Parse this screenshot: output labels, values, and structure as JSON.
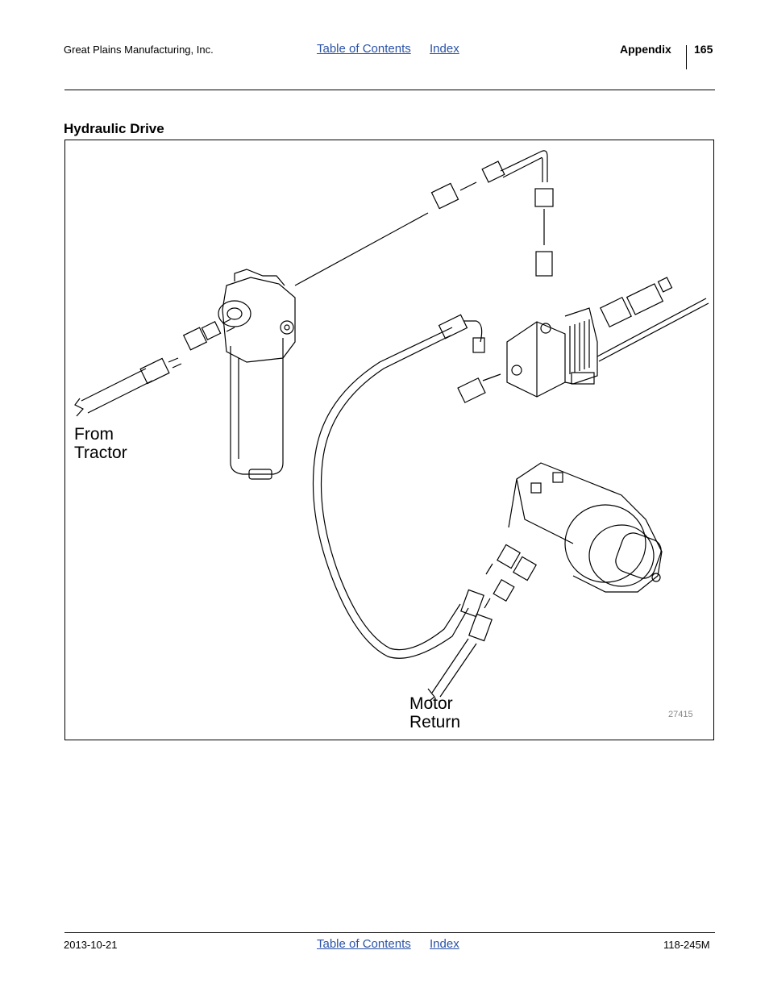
{
  "header": {
    "company": "Great Plains Manufacturing, Inc.",
    "toc_link": "Table of Contents",
    "index_link": "Index",
    "section": "Appendix",
    "page_number": "165"
  },
  "content": {
    "heading": "Hydraulic Drive"
  },
  "figure": {
    "label_from_tractor": "From\nTractor",
    "label_motor_return": "Motor\nReturn",
    "figure_number": "27415"
  },
  "footer": {
    "date": "2013-10-21",
    "toc_link": "Table of Contents",
    "index_link": "Index",
    "doc_number": "118-245M"
  }
}
